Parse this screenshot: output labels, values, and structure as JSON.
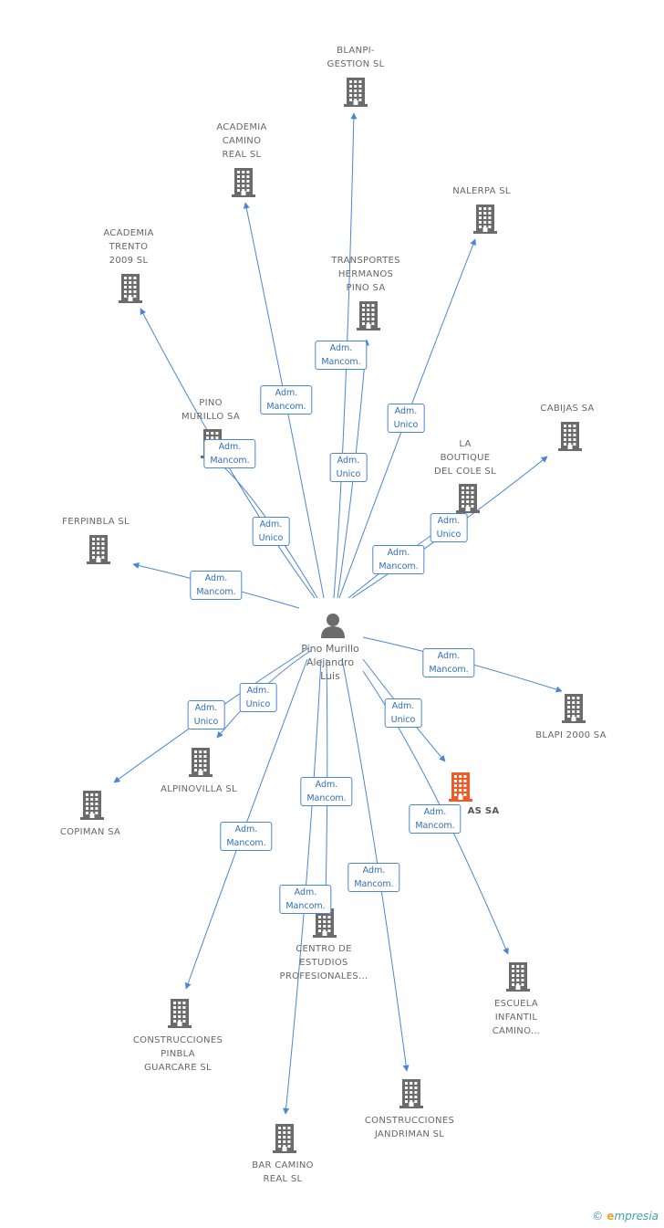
{
  "person": {
    "name_lines": [
      "Pino Murillo",
      "Alejandro",
      "Luis"
    ]
  },
  "companies": [
    {
      "id": "blanpi",
      "lines": [
        "BLANPI-",
        "GESTION SL"
      ]
    },
    {
      "id": "academia-camino",
      "lines": [
        "ACADEMIA",
        "CAMINO",
        "REAL SL"
      ]
    },
    {
      "id": "nalerpa",
      "lines": [
        "NALERPA SL"
      ]
    },
    {
      "id": "academia-trento",
      "lines": [
        "ACADEMIA",
        "TRENTO",
        "2009 SL"
      ]
    },
    {
      "id": "transportes",
      "lines": [
        "TRANSPORTES",
        "HERMANOS",
        "PINO SA"
      ]
    },
    {
      "id": "pino-murillo",
      "lines": [
        "PINO",
        "MURILLO SA"
      ]
    },
    {
      "id": "cabijas",
      "lines": [
        "CABIJAS SA"
      ]
    },
    {
      "id": "la-boutique",
      "lines": [
        "LA",
        "BOUTIQUE",
        "DEL COLE SL"
      ]
    },
    {
      "id": "ferpinbla",
      "lines": [
        "FERPINBLA  SL"
      ]
    },
    {
      "id": "blapi2000",
      "lines": [
        "BLAPI 2000 SA"
      ]
    },
    {
      "id": "alpinovilla",
      "lines": [
        "ALPINOVILLA SL"
      ]
    },
    {
      "id": "copiman",
      "lines": [
        "COPIMAN SA"
      ]
    },
    {
      "id": "as-sa",
      "lines": [
        "AS SA"
      ],
      "highlight": true
    },
    {
      "id": "centro",
      "lines": [
        "CENTRO DE",
        "ESTUDIOS",
        "PROFESIONALES..."
      ]
    },
    {
      "id": "escuela",
      "lines": [
        "ESCUELA",
        "INFANTIL",
        "CAMINO..."
      ]
    },
    {
      "id": "construcciones-pinbla",
      "lines": [
        "CONSTRUCCIONES",
        "PINBLA",
        "GUARCARE SL"
      ]
    },
    {
      "id": "construcciones-jandriman",
      "lines": [
        "CONSTRUCCIONES",
        "JANDRIMAN SL"
      ]
    },
    {
      "id": "bar-camino",
      "lines": [
        "BAR CAMINO",
        "REAL SL"
      ]
    }
  ],
  "edge_labels": [
    {
      "target": "transportes",
      "lines": [
        "Adm.",
        "Mancom."
      ]
    },
    {
      "target": "academia-camino",
      "lines": [
        "Adm.",
        "Mancom."
      ]
    },
    {
      "target": "nalerpa",
      "lines": [
        "Adm.",
        "Unico"
      ]
    },
    {
      "target": "pino-murillo",
      "lines": [
        "Adm.",
        "Mancom."
      ]
    },
    {
      "target": "blanpi",
      "lines": [
        "Adm.",
        "Unico"
      ]
    },
    {
      "target": "academia-trento",
      "lines": [
        "Adm.",
        "Unico"
      ]
    },
    {
      "target": "cabijas",
      "lines": [
        "Adm.",
        "Unico"
      ]
    },
    {
      "target": "la-boutique",
      "lines": [
        "Adm.",
        "Mancom."
      ]
    },
    {
      "target": "ferpinbla",
      "lines": [
        "Adm.",
        "Mancom."
      ]
    },
    {
      "target": "blapi2000",
      "lines": [
        "Adm.",
        "Mancom."
      ]
    },
    {
      "target": "alpinovilla",
      "lines": [
        "Adm.",
        "Unico"
      ]
    },
    {
      "target": "copiman",
      "lines": [
        "Adm.",
        "Unico"
      ]
    },
    {
      "target": "as-sa",
      "lines": [
        "Adm.",
        "Unico"
      ]
    },
    {
      "target": "centro",
      "lines": [
        "Adm.",
        "Mancom."
      ]
    },
    {
      "target": "escuela",
      "lines": [
        "Adm.",
        "Mancom."
      ]
    },
    {
      "target": "construcciones-pinbla",
      "lines": [
        "Adm.",
        "Mancom."
      ]
    },
    {
      "target": "construcciones-jandriman",
      "lines": [
        "Adm.",
        "Mancom."
      ]
    },
    {
      "target": "bar-camino",
      "lines": [
        "Adm.",
        "Mancom."
      ]
    }
  ],
  "colors": {
    "edge": "#4a86d6",
    "building": "#6b6b6b",
    "highlight": "#f05a28"
  },
  "footer": {
    "copyright": "©",
    "brand_initial": "e",
    "brand_rest": "mpresia"
  }
}
